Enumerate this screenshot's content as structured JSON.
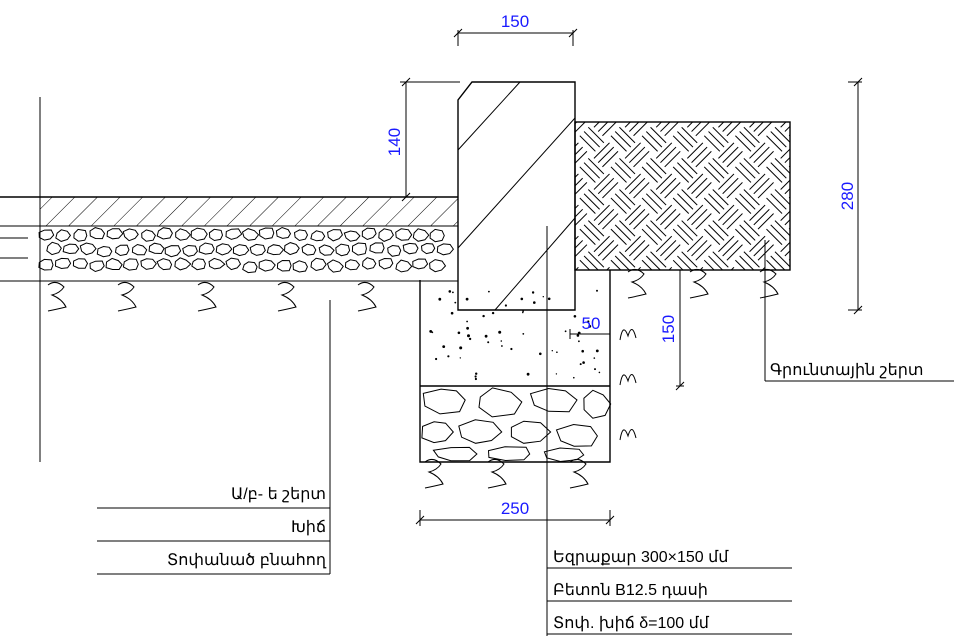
{
  "dimensions": {
    "curb_width": "150",
    "curb_exposed_height": "140",
    "curb_height": "280",
    "base_depth": "150",
    "base_offset": "50",
    "base_width": "250"
  },
  "left_labels": [
    "Ա/բ- ե շերտ",
    "Խիճ",
    "Տոփանած բնահող"
  ],
  "right_labels": [
    "Եզրաքար 300×150 մմ",
    "Բետոն B12.5 դասի",
    "Տոփ. խիճ δ=100 մմ"
  ],
  "soil_label": "Գրունտային շերտ",
  "colors": {
    "dimension_text": "#1a1aff",
    "lines": "#000000"
  }
}
